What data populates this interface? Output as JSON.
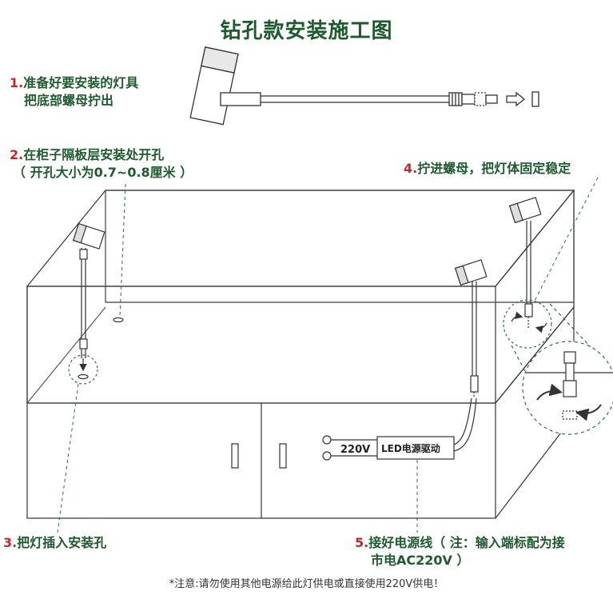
{
  "title": "钻孔款安装施工图",
  "steps": {
    "s1": {
      "num": "1.",
      "line1": "准备好要安装的灯具",
      "line2": "把底部螺母拧出"
    },
    "s2": {
      "num": "2.",
      "line1": "在柜子隔板层安装处开孔",
      "line2": "（ 开孔大小为0.7~0.8厘米 ）"
    },
    "s3": {
      "num": "3.",
      "line1": "把灯插入安装孔"
    },
    "s4": {
      "num": "4.",
      "line1": "拧进螺母，把灯体固定稳定"
    },
    "s5": {
      "num": "5.",
      "line1": "接好电源线（ 注：输入端标配为接",
      "line2": "市电AC220V ）"
    }
  },
  "labels": {
    "voltage": "220V",
    "driver": "LED电源驱动"
  },
  "footnote": "*注意:请勿使用其他电源给此灯供电或直接使用220V供电！",
  "colors": {
    "green": "#1e5a2e",
    "red": "#c0282d",
    "line": "#333333",
    "dashed": "#2f6b4f"
  }
}
